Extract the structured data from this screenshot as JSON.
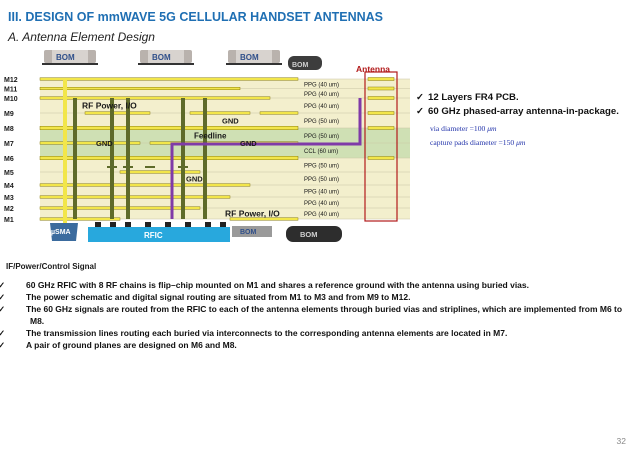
{
  "title": "III. DESIGN OF mmWAVE 5G CELLULAR HANDSET ANTENNAS",
  "subtitle": "A. Antenna Element Design",
  "stackup": {
    "layers": [
      {
        "name": "M12",
        "dielectric": "PPG (40 um)"
      },
      {
        "name": "M11",
        "dielectric": "PPG (40 um)"
      },
      {
        "name": "M10",
        "dielectric": "PPG (40 um)"
      },
      {
        "name": "M9",
        "dielectric": "PPG (50 um)"
      },
      {
        "name": "M8",
        "dielectric": "PPG (50 um)"
      },
      {
        "name": "M7",
        "dielectric": "CCL (60 um)"
      },
      {
        "name": "M6",
        "dielectric": "PPG (50 um)"
      },
      {
        "name": "M5",
        "dielectric": "PPG (50 um)"
      },
      {
        "name": "M4",
        "dielectric": "PPG (40 um)"
      },
      {
        "name": "M3",
        "dielectric": "PPG (40 um)"
      },
      {
        "name": "M2",
        "dielectric": "PPG (40 um)"
      },
      {
        "name": "M1",
        "dielectric": ""
      }
    ],
    "labels": {
      "bom": "BOM",
      "antenna": "Antenna",
      "rf_power_top": "RF Power, I/O",
      "gnd_m9": "GND",
      "feedline": "Feedline",
      "gnd_m7_left": "GND",
      "gnd_m7_right": "GND",
      "gnd_m4": "GND",
      "rf_power_bottom": "RF Power, I/O",
      "usma": "µSMA",
      "rfic": "RFIC",
      "if_signal": "IF/Power/Control Signal"
    },
    "colors": {
      "pcb_outer": "#f3efcd",
      "pcb_core": "#cfe0b4",
      "metal": "#f2e64a",
      "gnd_via": "#5e6b2a",
      "feed_via": "#7f3aa8",
      "rfic": "#28a8dd",
      "usma": "#3b6b9e",
      "bom": "#2f4f8a"
    }
  },
  "right_bullets": [
    "12 Layers FR4 PCB.",
    "60 GHz phased-array antenna-in-package."
  ],
  "via_note": "via diameter =100 ",
  "via_unit": "μm",
  "pad_note": "capture pads diameter =150 ",
  "pad_unit": "μm",
  "bullets": [
    "60 GHz RFIC with 8 RF chains is flip–chip mounted on M1 and shares a reference ground with the antenna using buried vias.",
    "The power schematic and digital signal routing are situated from M1 to M3 and from M9 to M12.",
    "The 60 GHz signals are routed from the RFIC to each of the antenna elements through buried vias and striplines, which are implemented from M6 to M8.",
    "The transmission lines routing each buried via interconnects to the corresponding antenna elements are located in M7.",
    "A pair of ground planes are designed on M6 and M8."
  ],
  "check_glyph": "✓",
  "page_number": "32"
}
